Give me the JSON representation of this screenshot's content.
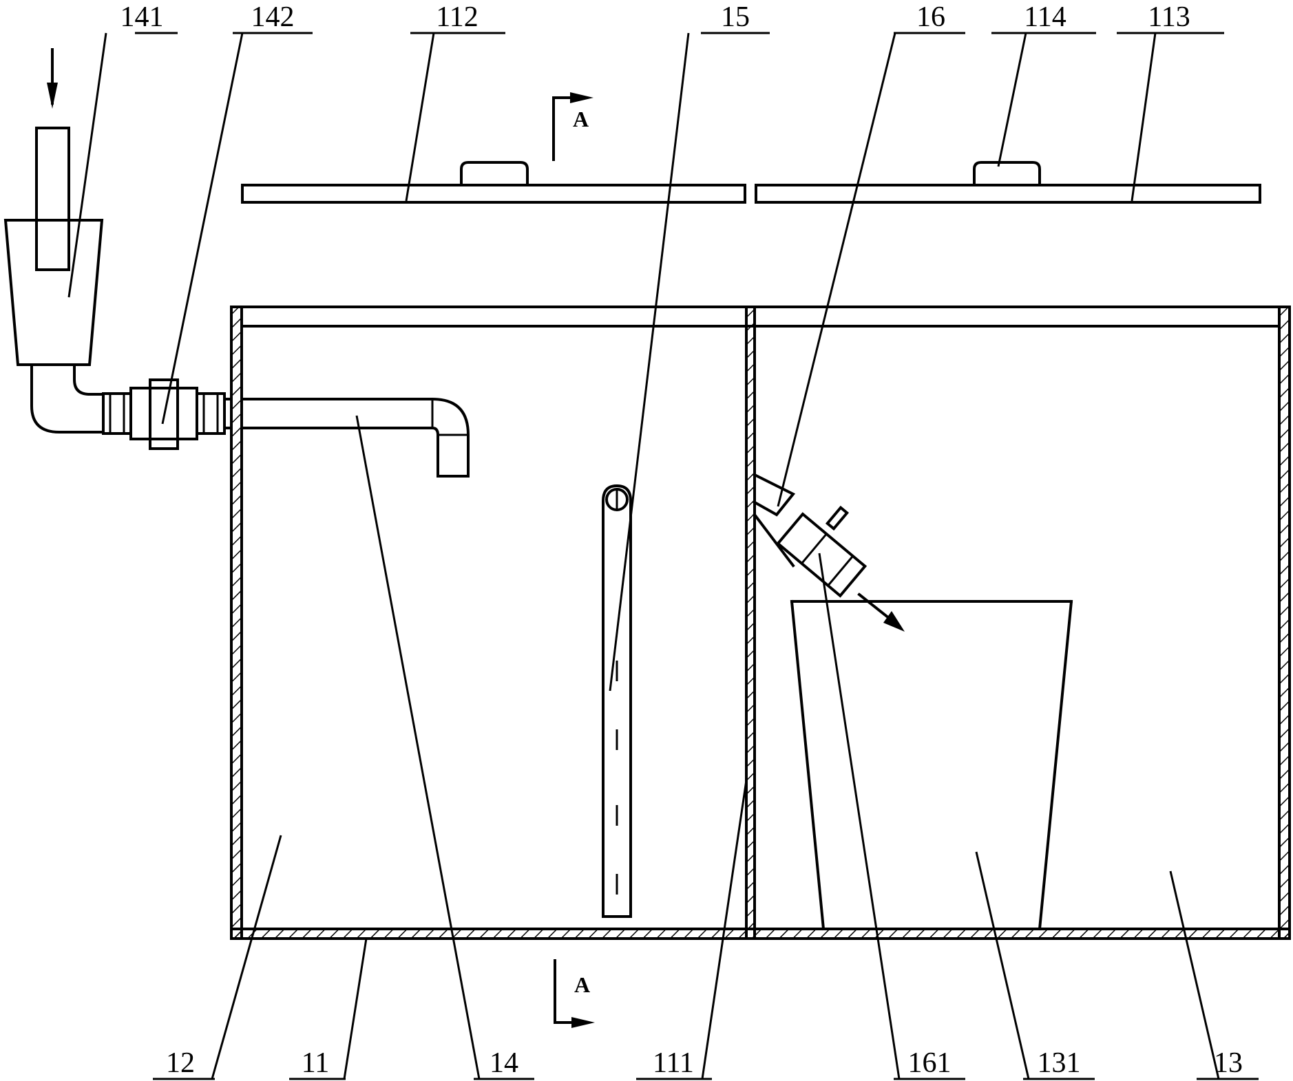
{
  "labels": {
    "l141": "141",
    "l142": "142",
    "l112": "112",
    "l15": "15",
    "l16": "16",
    "l114": "114",
    "l113": "113",
    "l12": "12",
    "l11": "11",
    "l14": "14",
    "l111": "111",
    "l161": "161",
    "l131": "131",
    "l13": "13"
  },
  "section_marks": {
    "top": "A",
    "bottom": "A"
  }
}
